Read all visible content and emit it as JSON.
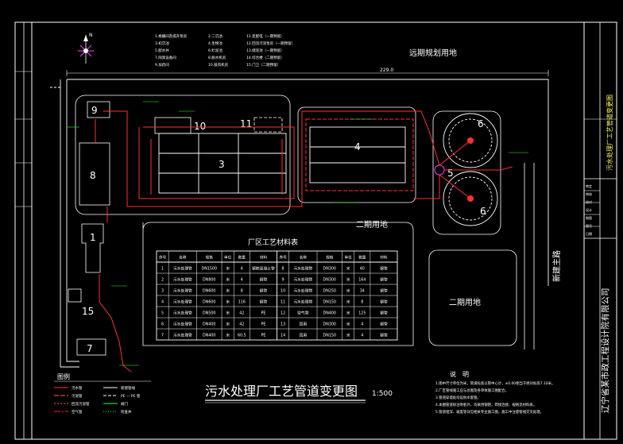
{
  "drawing": {
    "title": "污水处理厂工艺管道变更图",
    "scale": "1:500",
    "north": "N",
    "dimension": "229.0"
  },
  "areas": {
    "future": "远期规划用地",
    "phase2_east": "二期用地",
    "phase2_south": "二期用地",
    "road": "新建主路"
  },
  "units": [
    "1",
    "3",
    "4",
    "5",
    "6",
    "6",
    "7",
    "8",
    "9",
    "10",
    "11",
    "15"
  ],
  "legend_units": {
    "col1": [
      "1.格栅间及提升泵房",
      "3.初沉池",
      "5.配水井",
      "7.除臭设备间",
      "9.加药间"
    ],
    "col2": [
      "2.二沉池",
      "4.生物池",
      "6.贮泥池",
      "8.脱水机房",
      "10.鼓风机房"
    ],
    "col3": [
      "11.变配电（一期预留）",
      "12.回流污泥泵房（一期预留）",
      "13.储泥池（一期预留）",
      "14.综合楼（二期预留）",
      "15.门卫（二期预留）"
    ]
  },
  "materials_table": {
    "title": "厂区工艺材料表",
    "headers": [
      "序号",
      "名称",
      "规格",
      "单位",
      "数量",
      "材料",
      "序号",
      "名称",
      "规格",
      "单位",
      "数量",
      "材料"
    ],
    "rows": [
      [
        "1",
        "污水处理管",
        "DN1500",
        "米",
        "4",
        "钢筋混凝土管",
        "8",
        "污水处理管",
        "DN300",
        "米",
        "40",
        "钢管"
      ],
      [
        "2",
        "污水处理管",
        "DN800",
        "米",
        "4",
        "钢管",
        "9",
        "污水处理管",
        "DN300",
        "米",
        "164",
        "钢管"
      ],
      [
        "3",
        "污水处理管",
        "DN600",
        "米",
        "8",
        "钢管",
        "10",
        "污水处理管",
        "DN250",
        "米",
        "34",
        "钢管"
      ],
      [
        "4",
        "污水处理管",
        "DN600",
        "米",
        "116",
        "钢管",
        "11",
        "污水处理管",
        "DN150",
        "米",
        "8",
        "钢管"
      ],
      [
        "5",
        "污水处理管",
        "DN500",
        "米",
        "42",
        "PE",
        "12",
        "空气管",
        "DN400",
        "米",
        "125",
        "钢管"
      ],
      [
        "6",
        "污水处理管",
        "DN400",
        "米",
        "42",
        "PE",
        "13",
        "回用",
        "DN300",
        "米",
        "4",
        "钢管"
      ],
      [
        "7",
        "污水处理管",
        "DN400",
        "米",
        "60.5",
        "PE",
        "14",
        "回用",
        "DN150",
        "米",
        "4",
        "钢管"
      ]
    ]
  },
  "legend": {
    "title": "图例",
    "items": [
      "污水管",
      "污泥管",
      "回流污泥管",
      "空气管",
      "新建管线",
      "PE — PE 管",
      "阀门",
      "检查井"
    ]
  },
  "notes": {
    "title": "说　明",
    "lines": [
      "1.图中尺寸单位为米，管道标高以管中心计，±0.00相当于绝对标高7.10米。",
      "2.厂区管线施工应与总图及各单体施工图配合。",
      "3.管道穿墙处均设防水套管。",
      "4.本图管道除注明者外，均采用钢管，焊接连接，规格见材料表。",
      "5.管道埋深、坡度等详见相关专业施工图，施工中注意管线交叉处理。"
    ]
  },
  "title_block": {
    "company": "辽宁省某市政工程设计院有限公司",
    "drawing_name": "污水处理厂工艺管道变更图",
    "rows": [
      "审定",
      "审核",
      "校对",
      "设计",
      "制图",
      "图号",
      "日期"
    ]
  },
  "colors": {
    "frame": "#ffffff",
    "sewer": "#ff3030",
    "sludge": "#ff6060",
    "air": "#ff2020",
    "site": "#ffffff",
    "label": "#ffffff",
    "anno": "#30ff30",
    "accent": "#ff40ff"
  }
}
